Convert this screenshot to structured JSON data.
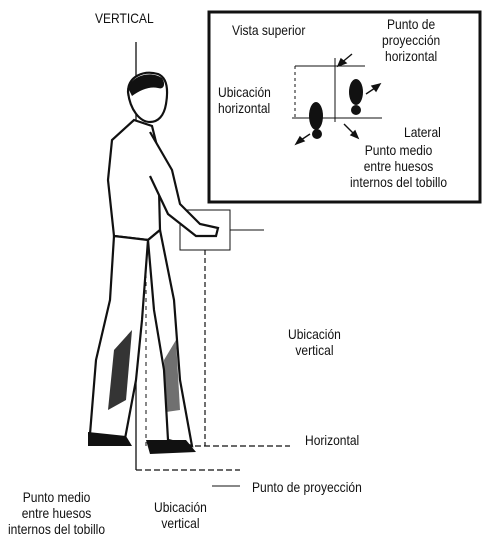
{
  "labels": {
    "vertical_axis": "VERTICAL",
    "inset_top_view": "Vista superior",
    "inset_projection_point": "Punto de\nproyección\nhorizontal",
    "inset_horizontal_location": "Ubicación\nhorizontal",
    "inset_lateral": "Lateral",
    "inset_midpoint": "Punto medio\nentre huesos\ninternos del tobillo",
    "vertical_location": "Ubicación\nvertical",
    "horizontal": "Horizontal",
    "projection_point": "Punto de proyección",
    "midpoint_bottom": "Punto medio\nentre huesos\ninternos del tobillo",
    "vertical_location_bottom": "Ubicación\nvertical"
  },
  "colors": {
    "ink": "#111111",
    "background": "#ffffff"
  }
}
